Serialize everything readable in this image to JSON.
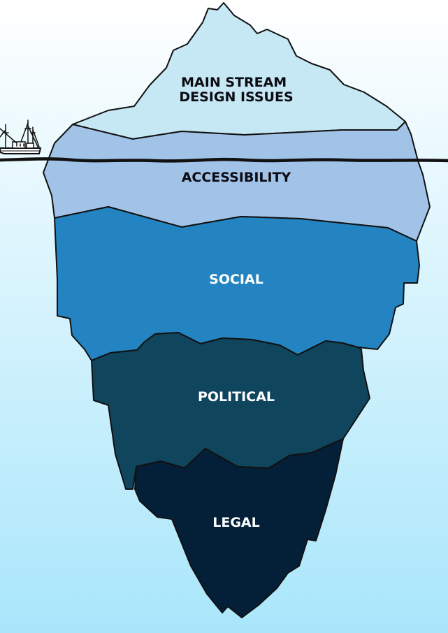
{
  "diagram": {
    "layers": [
      {
        "id": "tip",
        "label_lines": [
          "MAIN STREAM",
          "DESIGN ISSUES"
        ],
        "fill": "#c6e7f4",
        "text_color": "#0b0b12"
      },
      {
        "id": "waterline",
        "label_lines": [
          "ACCESSIBILITY"
        ],
        "fill": "#a2c3e8",
        "text_color": "#0b0b12"
      },
      {
        "id": "mid",
        "label_lines": [
          "SOCIAL"
        ],
        "fill": "#2384c1",
        "text_color": "#ffffff"
      },
      {
        "id": "deep",
        "label_lines": [
          "POLITICAL"
        ],
        "fill": "#10455e",
        "text_color": "#ffffff"
      },
      {
        "id": "bottom",
        "label_lines": [
          "LEGAL"
        ],
        "fill": "#042039",
        "text_color": "#ffffff"
      }
    ],
    "colors": {
      "sky_top": "#ffffff",
      "sea_bottom": "#a9e6fb",
      "outline": "#111111"
    }
  }
}
